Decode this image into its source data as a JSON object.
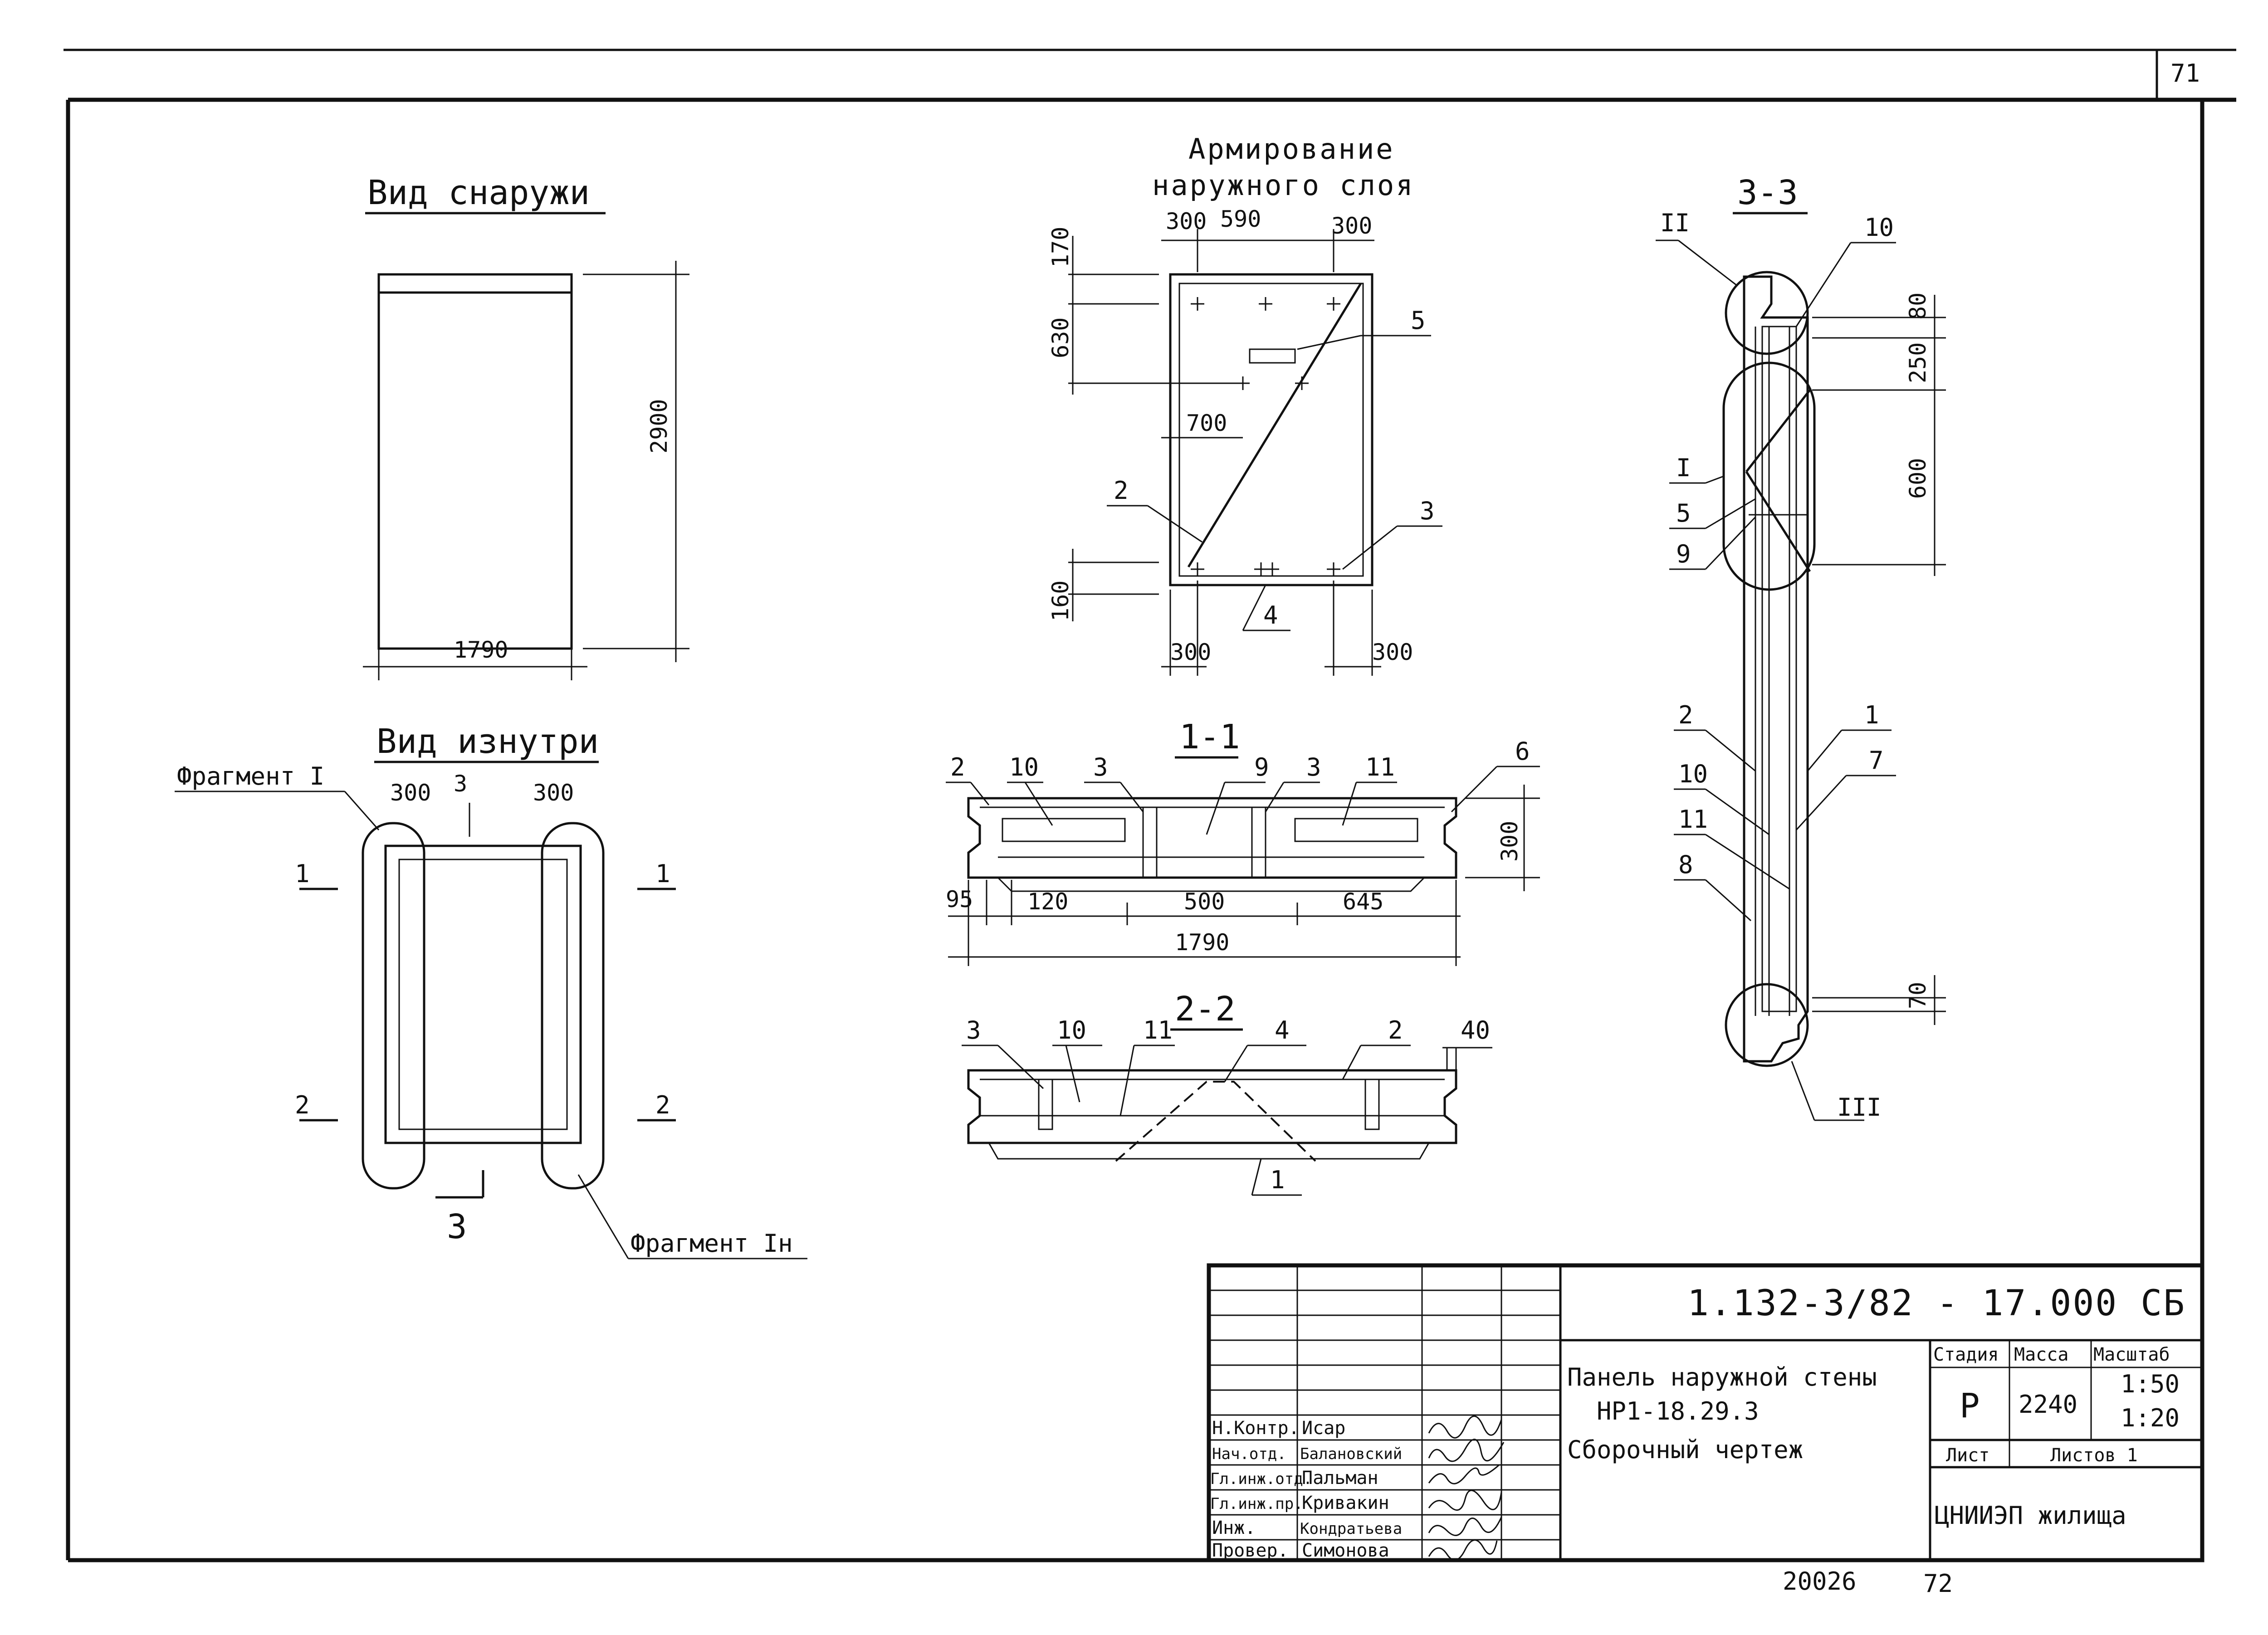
{
  "sheet_number": "71",
  "views": {
    "outside": {
      "title": "Вид снаружи",
      "height_dim": "2900",
      "width_dim": "1790"
    },
    "inside": {
      "title": "Вид изнутри",
      "fragment_top": "Фрагмент I",
      "fragment_bottom": "Фрагмент Iн",
      "dim_left": "300",
      "dim_right": "300",
      "cut_label": "3",
      "section1": "1",
      "section2": "2"
    },
    "reinforcement": {
      "title_line1": "Армирование",
      "title_line2": "наружного слоя",
      "dims": {
        "top_left": "300",
        "top_mid": "590",
        "top_right": "300",
        "left_top": "170",
        "left_mid": "630",
        "inner": "700",
        "bottom_left": "160",
        "bottom_a": "300",
        "bottom_b": "300"
      },
      "callouts": {
        "c2": "2",
        "c3": "3",
        "c4": "4",
        "c5": "5"
      }
    },
    "section_1_1": {
      "title": "1-1",
      "callouts": [
        "2",
        "10",
        "3",
        "9",
        "3",
        "11",
        "6"
      ],
      "dims": {
        "d95": "95",
        "d120": "120",
        "d500": "500",
        "d645": "645",
        "total": "1790",
        "height": "300"
      }
    },
    "section_2_2": {
      "title": "2-2",
      "callouts": [
        "3",
        "10",
        "11",
        "4",
        "2",
        "40",
        "1"
      ]
    },
    "section_3_3": {
      "title": "3-3",
      "dims": {
        "d80": "80",
        "d250": "250",
        "d600": "600",
        "d70": "70"
      },
      "callouts": {
        "roman2": "II",
        "roman1": "I",
        "roman3": "III",
        "c10": "10",
        "c5": "5",
        "c9": "9",
        "c2": "2",
        "c1": "1",
        "c7": "7",
        "c10b": "10",
        "c11": "11",
        "c8": "8"
      }
    }
  },
  "title_block": {
    "doc_code": "1.132-3/82 - 17.000 СБ",
    "name_line1": "Панель наружной стены",
    "name_line2": "НР1-18.29.3",
    "name_line3": "Сборочный чертеж",
    "stage_label": "Стадия",
    "mass_label": "Масса",
    "scale_label": "Масштаб",
    "stage": "Р",
    "mass": "2240",
    "scale1": "1:50",
    "scale2": "1:20",
    "sheet_label": "Лист",
    "sheets_label": "Листов 1",
    "org": "ЦНИИЭП жилища",
    "staff": [
      {
        "role": "Н.Контр.",
        "name": "Исар"
      },
      {
        "role": "Нач.отд.",
        "name": "Балановский"
      },
      {
        "role": "Гл.инж.отд.",
        "name": "Пальман"
      },
      {
        "role": "Гл.инж.пр.",
        "name": "Кривакин"
      },
      {
        "role": "Инж.",
        "name": "Кондратьева"
      },
      {
        "role": "Провер.",
        "name": "Симонова"
      }
    ]
  },
  "footer": {
    "archive_no": "20026",
    "page_no": "72"
  }
}
